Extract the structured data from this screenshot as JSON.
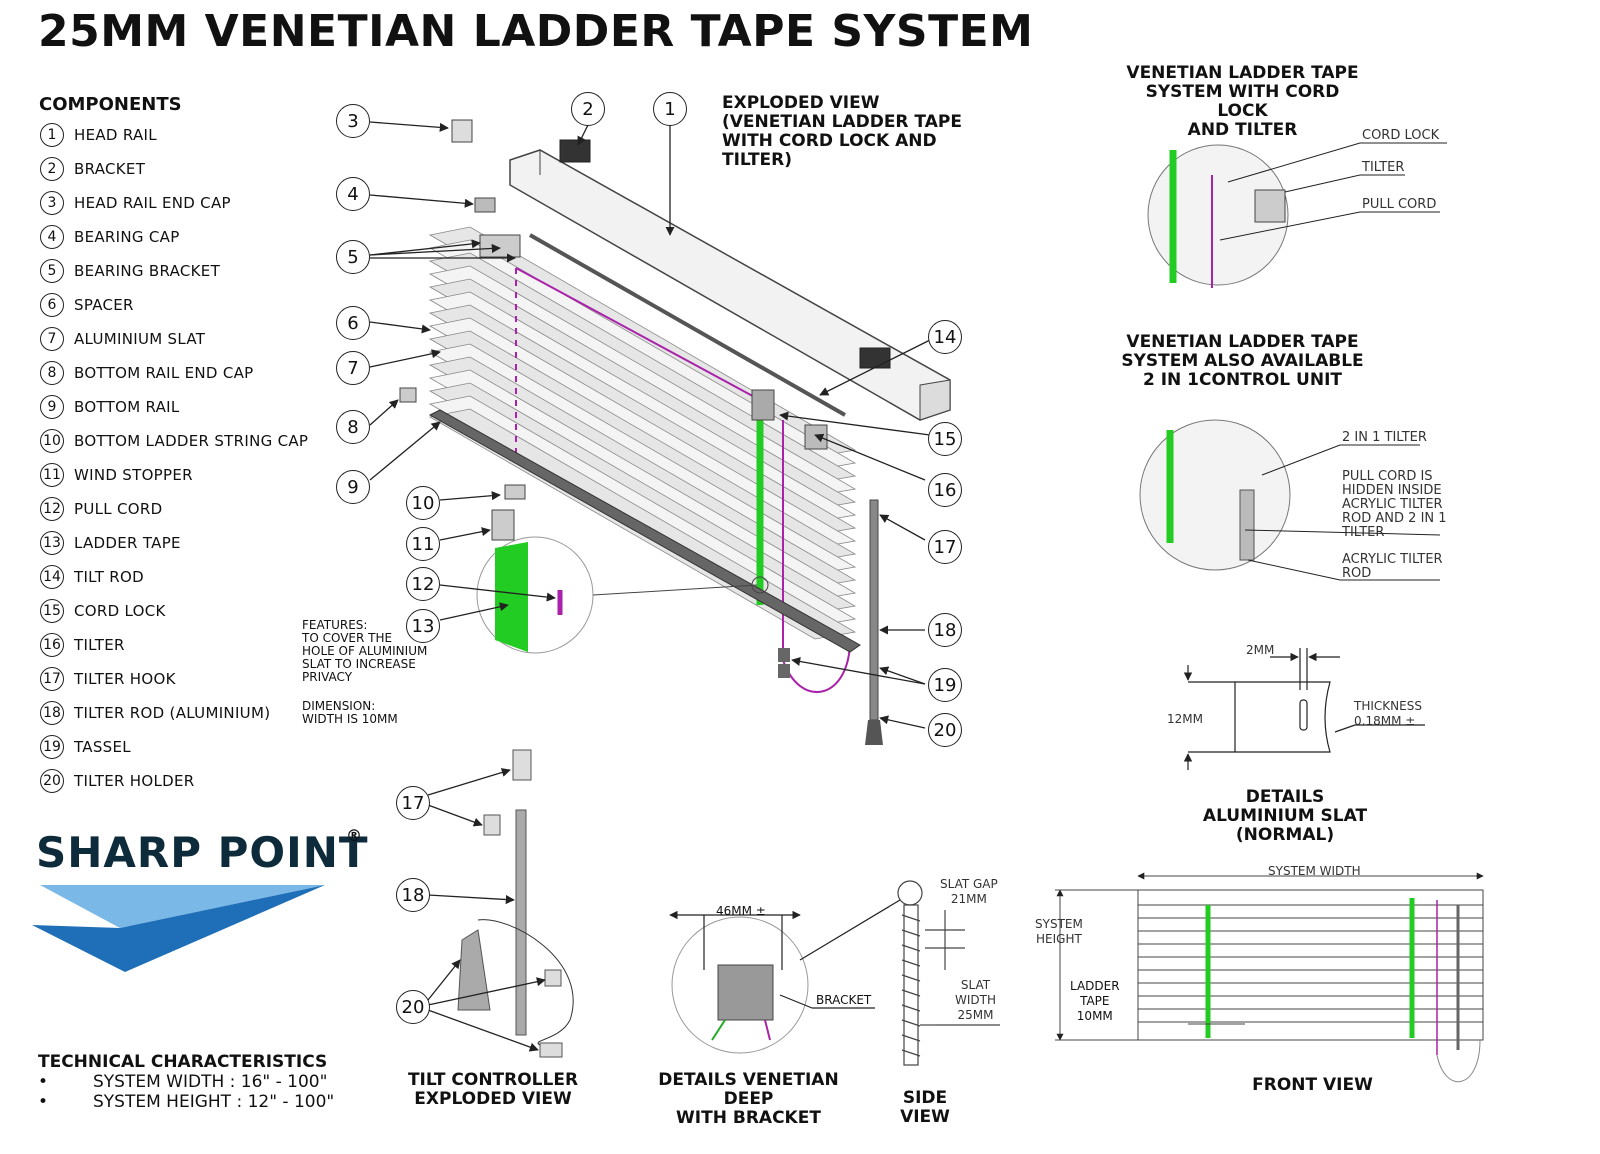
{
  "title": "25MM VENETIAN LADDER TAPE SYSTEM",
  "components": {
    "heading": "COMPONENTS",
    "items": [
      {
        "num": "1",
        "label": "HEAD RAIL"
      },
      {
        "num": "2",
        "label": "BRACKET"
      },
      {
        "num": "3",
        "label": "HEAD RAIL END CAP"
      },
      {
        "num": "4",
        "label": "BEARING CAP"
      },
      {
        "num": "5",
        "label": "BEARING BRACKET"
      },
      {
        "num": "6",
        "label": "SPACER"
      },
      {
        "num": "7",
        "label": "ALUMINIUM SLAT"
      },
      {
        "num": "8",
        "label": "BOTTOM RAIL END CAP"
      },
      {
        "num": "9",
        "label": "BOTTOM RAIL"
      },
      {
        "num": "10",
        "label": "BOTTOM LADDER STRING CAP"
      },
      {
        "num": "11",
        "label": "WIND STOPPER"
      },
      {
        "num": "12",
        "label": "PULL CORD"
      },
      {
        "num": "13",
        "label": "LADDER TAPE"
      },
      {
        "num": "14",
        "label": "TILT ROD"
      },
      {
        "num": "15",
        "label": "CORD LOCK"
      },
      {
        "num": "16",
        "label": "TILTER"
      },
      {
        "num": "17",
        "label": "TILTER HOOK"
      },
      {
        "num": "18",
        "label": "TILTER ROD (ALUMINIUM)"
      },
      {
        "num": "19",
        "label": "TASSEL"
      },
      {
        "num": "20",
        "label": "TILTER HOLDER"
      }
    ]
  },
  "exploded": {
    "heading": "EXPLODED VIEW\n(VENETIAN LADDER TAPE\nWITH CORD LOCK AND\nTILTER)",
    "features": "FEATURES:\nTO COVER THE\nHOLE OF ALUMINIUM\nSLAT TO INCREASE\nPRIVACY",
    "dimension": "DIMENSION:\nWIDTH IS 10MM",
    "callout_numbers": [
      "1",
      "2",
      "3",
      "4",
      "5",
      "6",
      "7",
      "8",
      "9",
      "10",
      "11",
      "12",
      "13",
      "14",
      "15",
      "16",
      "17",
      "18",
      "19",
      "20"
    ]
  },
  "cord_lock_panel": {
    "heading": "VENETIAN LADDER TAPE\nSYSTEM WITH CORD LOCK\nAND TILTER",
    "labels": [
      "CORD LOCK",
      "TILTER",
      "PULL CORD"
    ]
  },
  "control_unit_panel": {
    "heading": "VENETIAN LADDER TAPE\nSYSTEM ALSO AVAILABLE\n2 IN 1CONTROL UNIT",
    "labels": [
      "2 IN 1 TILTER",
      "PULL CORD IS\nHIDDEN INSIDE\nACRYLIC TILTER\nROD AND 2 IN 1\nTILTER",
      "ACRYLIC TILTER\nROD"
    ]
  },
  "slat_detail": {
    "dim_2mm": "2MM",
    "dim_12mm": "12MM",
    "thickness": "THICKNESS\n0.18MM ±",
    "heading": "DETAILS\nALUMINIUM SLAT\n(NORMAL)"
  },
  "front_view": {
    "system_width": "SYSTEM WIDTH",
    "system_height": "SYSTEM\nHEIGHT",
    "ladder_tape": "LADDER\nTAPE\n10MM",
    "caption": "FRONT VIEW"
  },
  "tilt_controller": {
    "caption": "TILT CONTROLLER\nEXPLODED VIEW",
    "callout_numbers": [
      "17",
      "18",
      "20"
    ]
  },
  "bracket_detail": {
    "dim": "46MM ±",
    "bracket_label": "BRACKET",
    "caption": "DETAILS VENETIAN DEEP\nWITH BRACKET"
  },
  "side_view": {
    "slat_gap": "SLAT GAP\n21MM",
    "slat_width": "SLAT\nWIDTH\n25MM",
    "caption": "SIDE VIEW"
  },
  "brand": {
    "name": "SHARP POINT",
    "reg": "®",
    "colors": {
      "dark": "#0d2b3a",
      "blue": "#1f6fb8",
      "light_blue": "#7ab8e8"
    }
  },
  "technical": {
    "heading": "TECHNICAL CHARACTERISTICS",
    "items": [
      "SYSTEM WIDTH : 16\" - 100\"",
      "SYSTEM HEIGHT : 12\" - 100\""
    ]
  },
  "colors": {
    "ladder_tape": "#22cc22",
    "pull_cord": "#aa22aa",
    "line": "#222222",
    "slat_grey": "#cfcfcf"
  }
}
